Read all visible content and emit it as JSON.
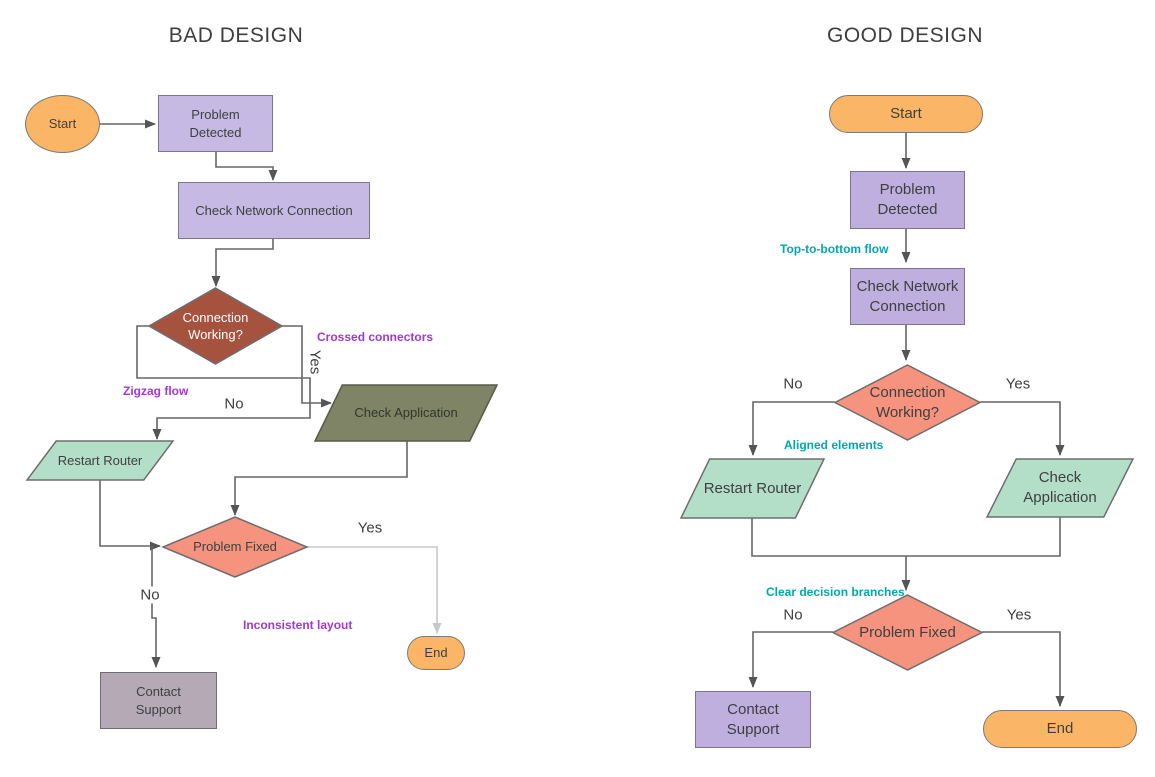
{
  "palette": {
    "node_orange": "#FAB666",
    "node_purple_bad": "#C6B9E4",
    "node_purple_good": "#BEAFDF",
    "node_mint": "#B3DFC8",
    "node_salmon": "#F5937F",
    "node_brick": "#A5523F",
    "node_olive": "#7E8465",
    "node_mauve": "#B6A9B6",
    "connector": "#666666",
    "connector_light": "#C8C8C8",
    "annotation_purple": "#A137D9",
    "annotation_teal": "#00A9AD",
    "text_dark": "#3F3F3F"
  },
  "bad": {
    "title": "BAD DESIGN",
    "nodes": {
      "start": {
        "label": "Start",
        "shape": "ellipse"
      },
      "problem_detected": {
        "label": "Problem\nDetected",
        "shape": "rectangle"
      },
      "check_network": {
        "label": "Check Network Connection",
        "shape": "rectangle"
      },
      "connection_working": {
        "label": "Connection\nWorking?",
        "shape": "diamond"
      },
      "check_application": {
        "label": "Check Application",
        "shape": "parallelogram"
      },
      "restart_router": {
        "label": "Restart Router",
        "shape": "parallelogram"
      },
      "problem_fixed": {
        "label": "Problem Fixed",
        "shape": "diamond"
      },
      "contact_support": {
        "label": "Contact\nSupport",
        "shape": "rectangle"
      },
      "end": {
        "label": "End",
        "shape": "rounded"
      }
    },
    "edge_labels": {
      "connection_yes": "Yes",
      "connection_no": "No",
      "fixed_yes": "Yes",
      "fixed_no": "No"
    },
    "annotations": {
      "crossed_connectors": "Crossed connectors",
      "zigzag_flow": "Zigzag flow",
      "inconsistent_layout": "Inconsistent layout"
    }
  },
  "good": {
    "title": "GOOD DESIGN",
    "nodes": {
      "start": {
        "label": "Start",
        "shape": "stadium"
      },
      "problem_detected": {
        "label": "Problem\nDetected",
        "shape": "rectangle"
      },
      "check_network": {
        "label": "Check Network\nConnection",
        "shape": "rectangle"
      },
      "connection_working": {
        "label": "Connection\nWorking?",
        "shape": "diamond"
      },
      "restart_router": {
        "label": "Restart Router",
        "shape": "parallelogram"
      },
      "check_application": {
        "label": "Check\nApplication",
        "shape": "parallelogram"
      },
      "problem_fixed": {
        "label": "Problem Fixed",
        "shape": "diamond"
      },
      "contact_support": {
        "label": "Contact\nSupport",
        "shape": "rectangle"
      },
      "end": {
        "label": "End",
        "shape": "stadium"
      }
    },
    "edge_labels": {
      "connection_no": "No",
      "connection_yes": "Yes",
      "fixed_no": "No",
      "fixed_yes": "Yes"
    },
    "annotations": {
      "top_to_bottom": "Top-to-bottom flow",
      "aligned_elements": "Aligned elements",
      "clear_branches": "Clear decision branches"
    }
  }
}
